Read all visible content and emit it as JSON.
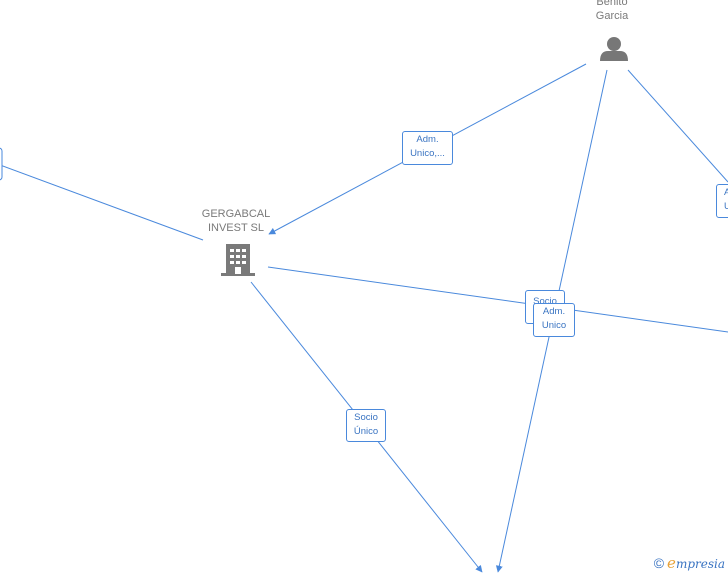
{
  "nodes": {
    "person": {
      "label": "Benito\nGarcia",
      "icon": "person-icon"
    },
    "company": {
      "label": "GERGABCAL\nINVEST  SL",
      "icon": "building-icon"
    }
  },
  "edge_labels": {
    "adm_unico_1": "Adm.\nUnico,...",
    "socio_unico_1": "Socio\nÚnico",
    "socio_partial": "Socio",
    "adm_unico_2": "Adm.\nUnico",
    "right_partial": "A\nU"
  },
  "watermark": {
    "copyright": "©",
    "brand_initial": "e",
    "brand_rest": "mpresia"
  },
  "colors": {
    "edge": "#4a89dc",
    "node_label": "#7a7a7a",
    "icon": "#777777"
  }
}
